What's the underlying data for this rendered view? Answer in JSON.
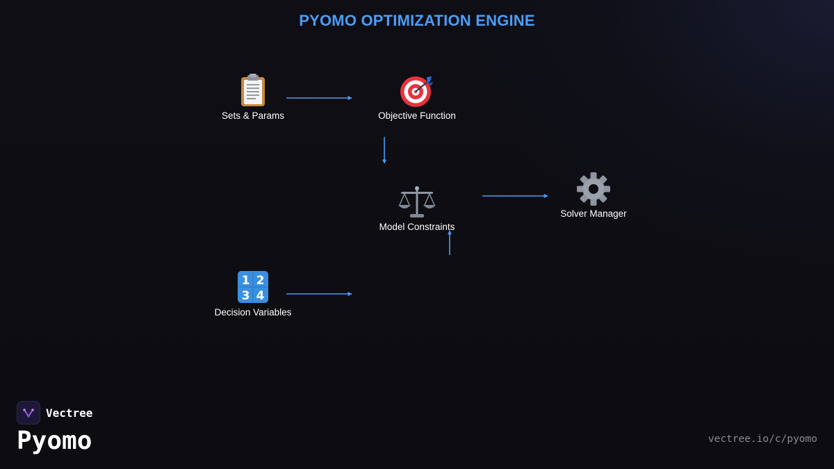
{
  "title": "PYOMO OPTIMIZATION ENGINE",
  "colors": {
    "accent": "#4a9df8",
    "background": "#0d0d12",
    "label": "#ffffff",
    "url": "#8a8a93"
  },
  "nodes": [
    {
      "id": "sets",
      "label": "Sets & Params",
      "icon": "clipboard-icon"
    },
    {
      "id": "objective",
      "label": "Objective Function",
      "icon": "target-icon"
    },
    {
      "id": "constraints",
      "label": "Model Constraints",
      "icon": "scales-icon"
    },
    {
      "id": "solver",
      "label": "Solver Manager",
      "icon": "gear-icon"
    },
    {
      "id": "variables",
      "label": "Decision Variables",
      "icon": "numbers-icon"
    }
  ],
  "edges": [
    {
      "from": "sets",
      "to": "objective"
    },
    {
      "from": "objective",
      "to": "constraints"
    },
    {
      "from": "constraints",
      "to": "solver"
    },
    {
      "from": "variables",
      "to": "constraints"
    }
  ],
  "footer": {
    "brand": "Vectree",
    "product": "Pyomo",
    "url": "vectree.io/c/pyomo"
  }
}
